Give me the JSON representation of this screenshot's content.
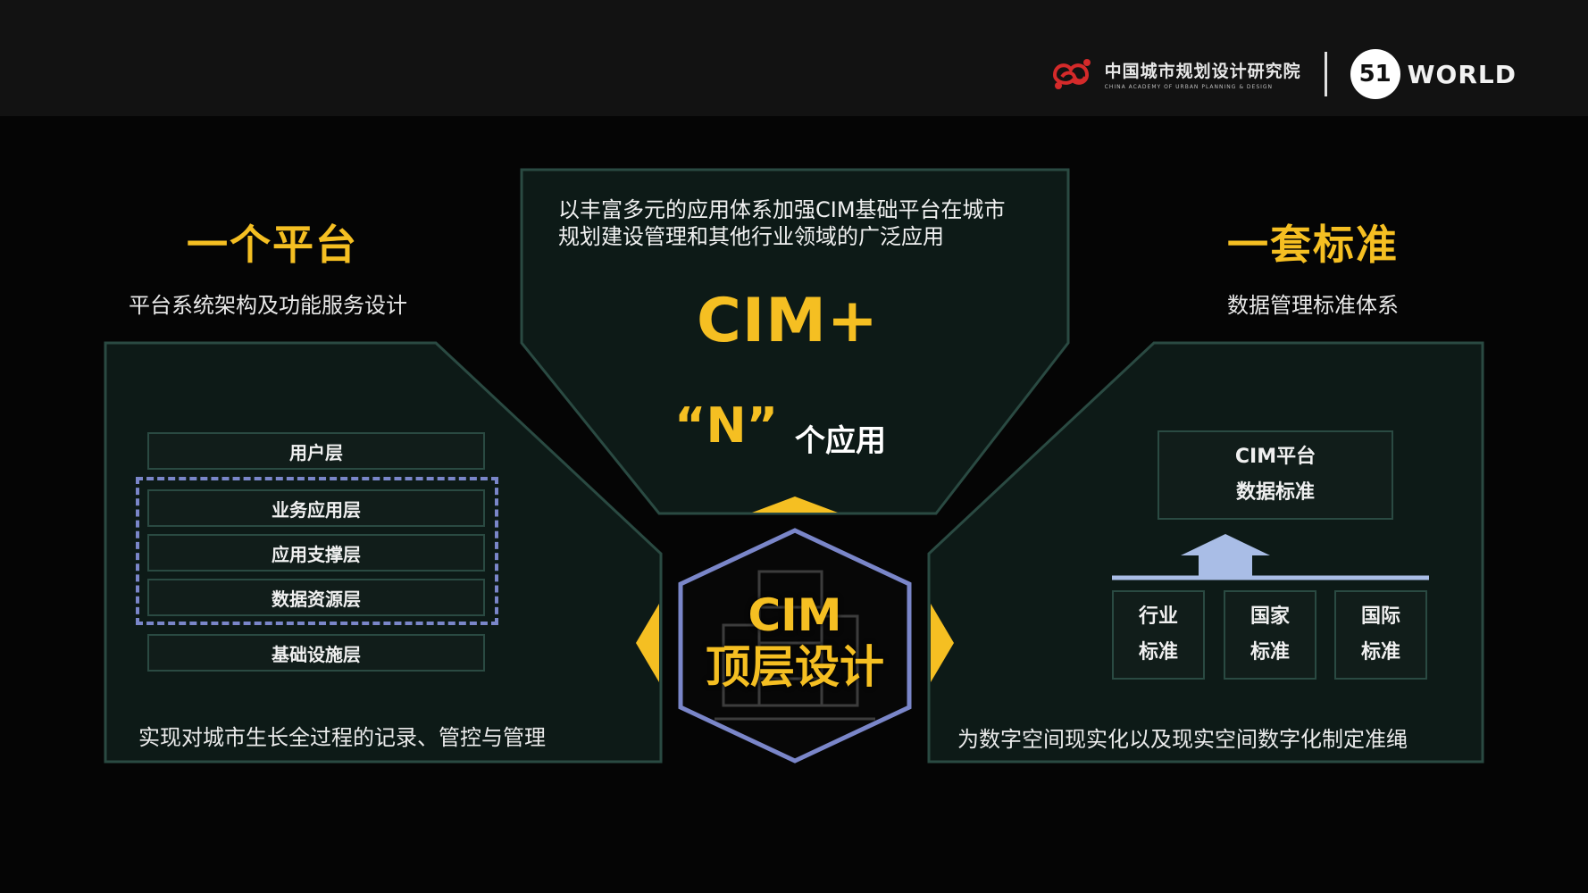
{
  "header": {
    "org_logo_cn": "中国城市规划设计研究院",
    "org_logo_en": "CHINA ACADEMY OF URBAN PLANNING & DESIGN",
    "partner_logo_mark": "51",
    "partner_logo_text": "WORLD"
  },
  "left": {
    "title": "一个平台",
    "subtitle": "平台系统架构及功能服务设计",
    "layers": [
      "用户层",
      "业务应用层",
      "应用支撑层",
      "数据资源层",
      "基础设施层"
    ],
    "footnote": "实现对城市生长全过程的记录、管控与管理"
  },
  "center": {
    "description": "以丰富多元的应用体系加强CIM基础平台在城市规划建设管理和其他行业领域的广泛应用",
    "cim_plus": "CIM+",
    "n_quote": "“N”",
    "n_apps": "个应用",
    "hex_line1": "CIM",
    "hex_line2": "顶层设计"
  },
  "right": {
    "title": "一套标准",
    "subtitle": "数据管理标准体系",
    "top_box_line1": "CIM平台",
    "top_box_line2": "数据标准",
    "bottom_boxes": [
      {
        "line1": "行业",
        "line2": "标准"
      },
      {
        "line1": "国家",
        "line2": "标准"
      },
      {
        "line1": "国际",
        "line2": "标准"
      }
    ],
    "footnote": "为数字空间现实化以及现实空间数字化制定准绳"
  },
  "colors": {
    "accent_yellow": "#f5bf22",
    "panel_fill": "#0d1a17",
    "panel_border": "#2a4a42",
    "hex_border": "#7a86c9",
    "arrow_blue": "#a9bde6"
  }
}
